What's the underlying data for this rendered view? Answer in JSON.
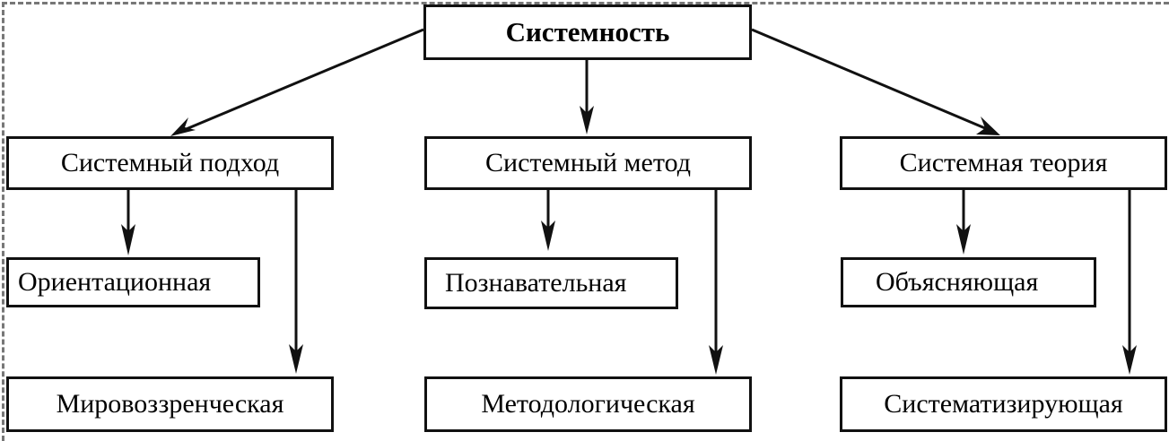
{
  "root": {
    "label": "Системность"
  },
  "branches": [
    {
      "label": "Системный подход",
      "children": [
        {
          "label": "Ориентационная"
        },
        {
          "label": "Мировоззренческая"
        }
      ]
    },
    {
      "label": "Системный метод",
      "children": [
        {
          "label": "Познавательная"
        },
        {
          "label": "Методологическая"
        }
      ]
    },
    {
      "label": "Системная теория",
      "children": [
        {
          "label": "Объясняющая"
        },
        {
          "label": "Систематизирующая"
        }
      ]
    }
  ],
  "colors": {
    "line": "#111111",
    "frame": "#777777",
    "background": "#ffffff"
  }
}
